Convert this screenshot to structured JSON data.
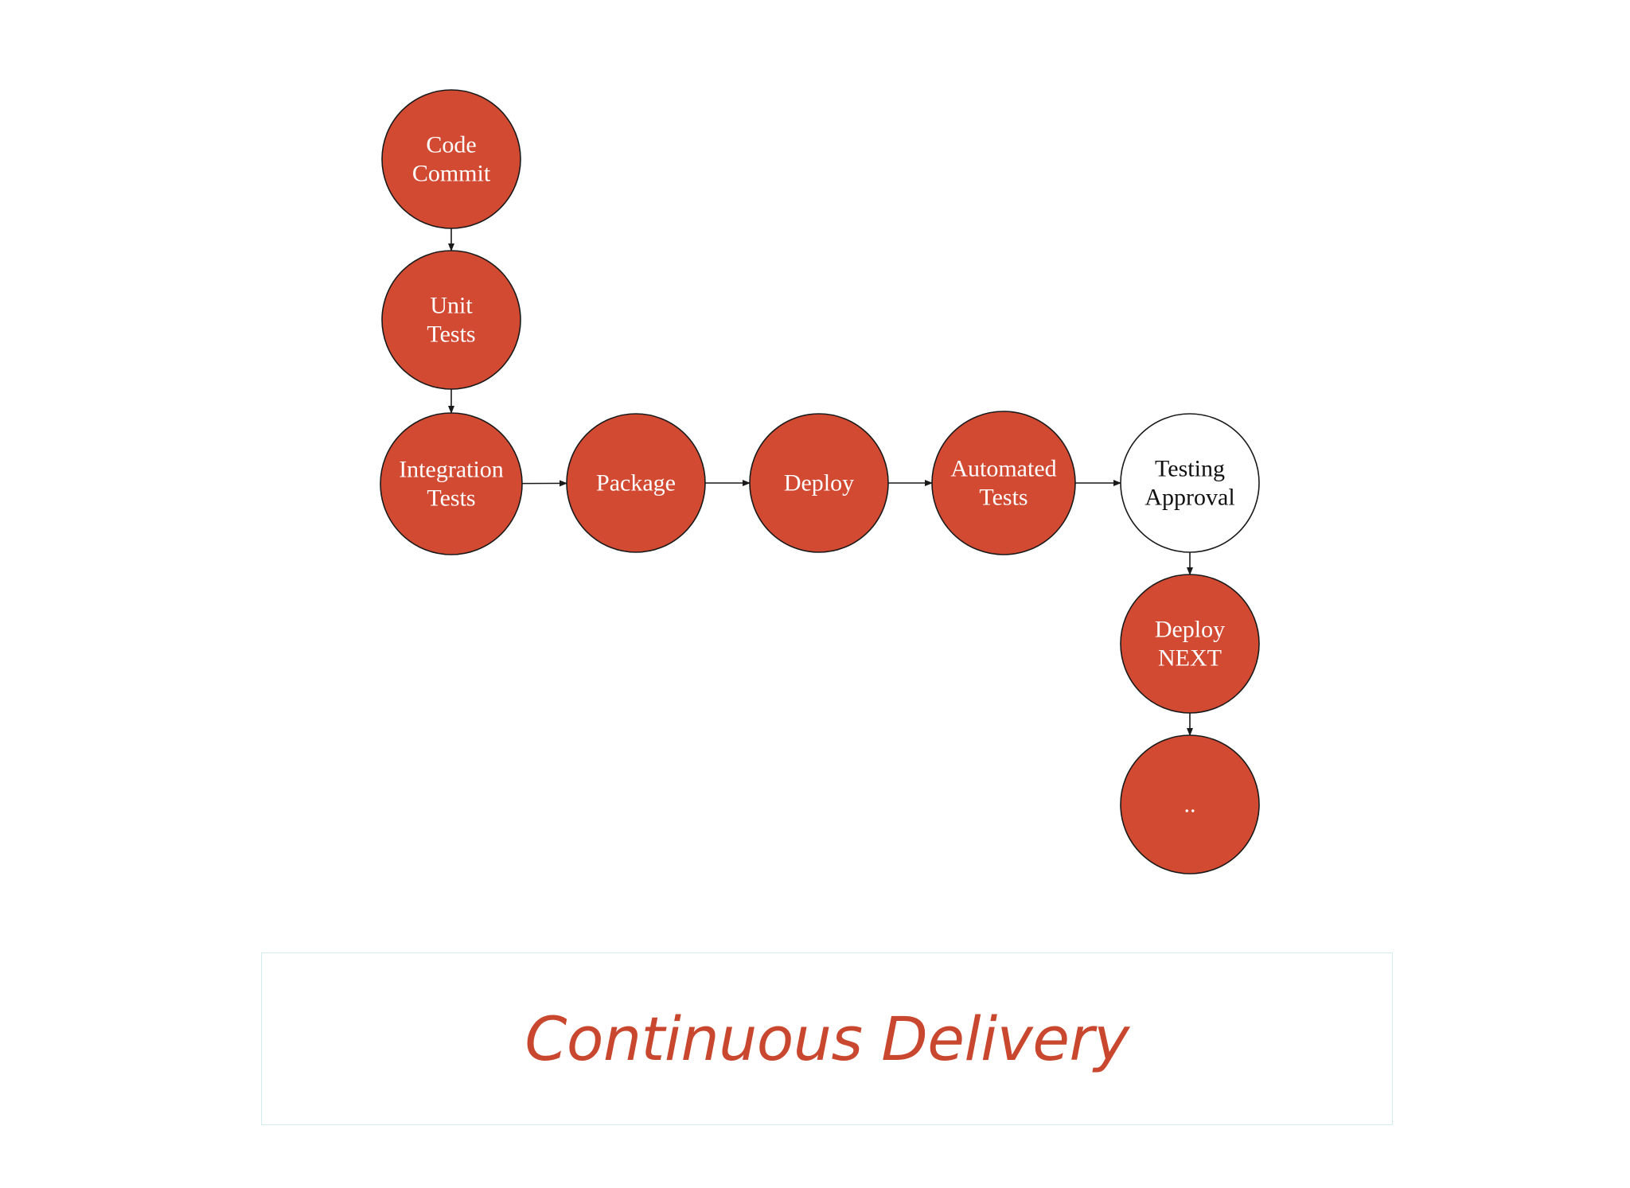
{
  "colors": {
    "node_fill": "#d34a33",
    "node_fill_pending": "#ffffff",
    "node_stroke": "#1a1a1a",
    "text_on_fill": "#ffffff",
    "text_on_pending": "#111111",
    "caption": "#c9472e",
    "caption_border": "#d3ecef"
  },
  "pipeline": {
    "nodes": [
      {
        "id": "code-commit",
        "lines": [
          "Code",
          "Commit"
        ],
        "state": "done"
      },
      {
        "id": "unit-tests",
        "lines": [
          "Unit",
          "Tests"
        ],
        "state": "done"
      },
      {
        "id": "integration-tests",
        "lines": [
          "Integration",
          "Tests"
        ],
        "state": "done"
      },
      {
        "id": "package",
        "lines": [
          "Package"
        ],
        "state": "done"
      },
      {
        "id": "deploy",
        "lines": [
          "Deploy"
        ],
        "state": "done"
      },
      {
        "id": "automated-tests",
        "lines": [
          "Automated",
          "Tests"
        ],
        "state": "done"
      },
      {
        "id": "testing-approval",
        "lines": [
          "Testing",
          "Approval"
        ],
        "state": "pending"
      },
      {
        "id": "deploy-next",
        "lines": [
          "Deploy",
          "NEXT"
        ],
        "state": "done"
      },
      {
        "id": "ellipsis",
        "lines": [
          ".."
        ],
        "state": "done"
      }
    ],
    "edges": [
      [
        "code-commit",
        "unit-tests"
      ],
      [
        "unit-tests",
        "integration-tests"
      ],
      [
        "integration-tests",
        "package"
      ],
      [
        "package",
        "deploy"
      ],
      [
        "deploy",
        "automated-tests"
      ],
      [
        "automated-tests",
        "testing-approval"
      ],
      [
        "testing-approval",
        "deploy-next"
      ],
      [
        "deploy-next",
        "ellipsis"
      ]
    ]
  },
  "caption": {
    "text": "Continuous Delivery"
  }
}
